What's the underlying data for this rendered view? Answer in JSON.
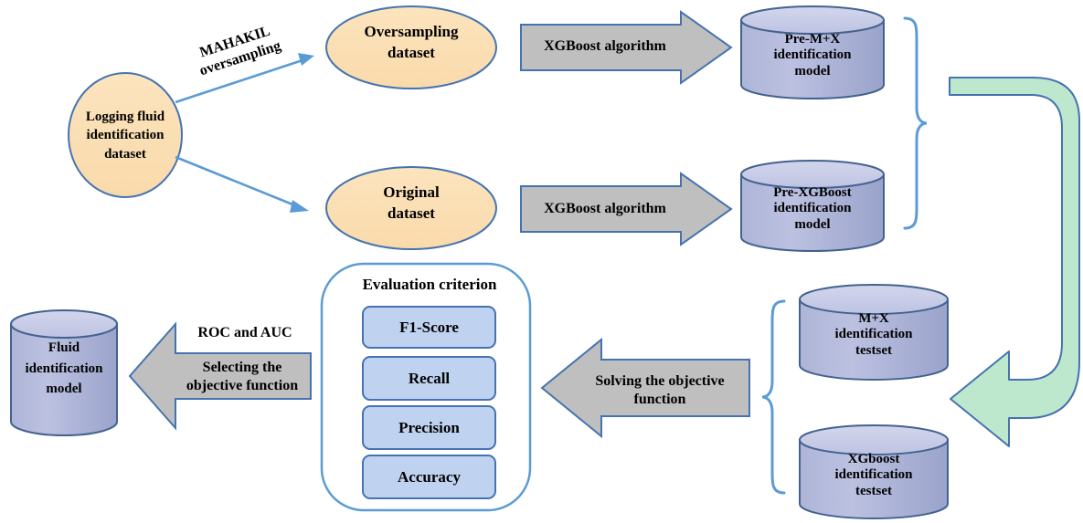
{
  "diagram": {
    "title": "Logging fluid identification workflow",
    "colors": {
      "ellipse_fill": "#FBDFB4",
      "ellipse_stroke": "#4573B0",
      "cylinder_fill": "#B5BBDB",
      "cylinder_top": "#C6CAE4",
      "cylinder_stroke": "#44628F",
      "block_arrow_fill": "#BFBFBF",
      "block_arrow_stroke": "#4573B0",
      "green_arrow_fill": "#BDE8CE",
      "green_arrow_stroke": "#4573B0",
      "brace_stroke": "#5B9BD5",
      "metric_fill": "#BFD3F0",
      "metric_stroke": "#4573B0",
      "connector_stroke": "#5B9BD5"
    },
    "nodes": {
      "source_dataset": "Logging fluid\nidentification\ndataset",
      "oversampling_dataset": "Oversampling\ndataset",
      "original_dataset": "Original\ndataset",
      "pre_mx_model": "Pre-M+X\nidentification\nmodel",
      "pre_xgboost_model": "Pre-XGBoost\nidentification\nmodel",
      "mx_testset": "M+X\nidentification\ntestset",
      "xgboost_testset": "XGboost\nidentification\ntestset",
      "fluid_model": "Fluid\nidentification\nmodel"
    },
    "arrow_labels": {
      "mahakil": "MAHAKIL\noversampling",
      "xgboost_top": "XGBoost algorithm",
      "xgboost_bottom": "XGBoost algorithm",
      "solving": "Solving the objective\nfunction",
      "selecting": "Selecting the\nobjective function",
      "roc_auc": "ROC and AUC"
    },
    "evaluation": {
      "title": "Evaluation criterion",
      "metrics": [
        "F1-Score",
        "Recall",
        "Precision",
        "Accuracy"
      ]
    }
  }
}
